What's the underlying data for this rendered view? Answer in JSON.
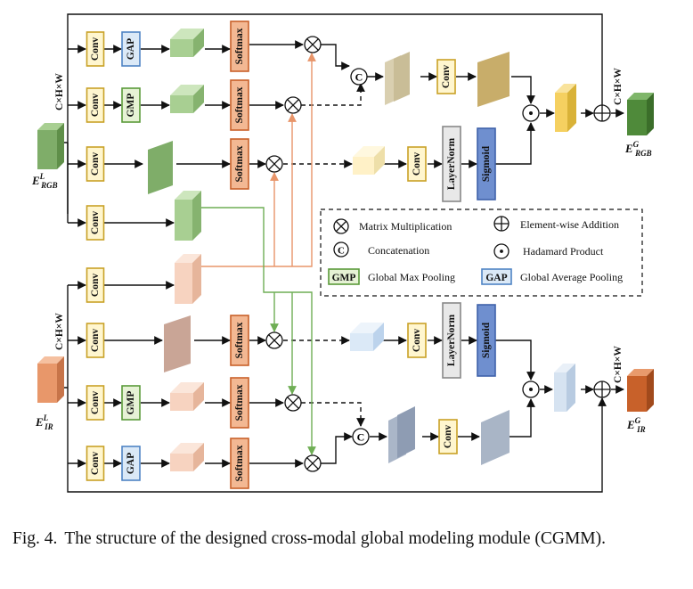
{
  "blocks": {
    "conv": "Conv",
    "gap": "GAP",
    "gmp": "GMP",
    "softmax": "Softmax",
    "layernorm": "LayerNorm",
    "sigmoid": "Sigmoid",
    "concat_symbol": "C",
    "dims": "C×H×W"
  },
  "inputs": {
    "rgb": {
      "base": "E",
      "sup": "L",
      "sub": "RGB"
    },
    "ir": {
      "base": "E",
      "sup": "L",
      "sub": "IR"
    }
  },
  "outputs": {
    "rgb": {
      "base": "E",
      "sup": "G",
      "sub": "RGB"
    },
    "ir": {
      "base": "E",
      "sup": "G",
      "sub": "IR"
    }
  },
  "legend": {
    "matrix_multiplication": "Matrix Multiplication",
    "element_wise_addition": "Element-wise Addition",
    "concatenation": "Concatenation",
    "hadamard_product": "Hadamard Product",
    "global_max_pooling": "Global Max Pooling",
    "global_average_pooling": "Global Average Pooling"
  },
  "caption": {
    "lead": "Fig. 4.",
    "text": "The structure of the designed cross-modal global modeling module (CGMM)."
  },
  "colors": {
    "conv_fill": "#fff6cf",
    "conv_stroke": "#c9a227",
    "gap_fill": "#dbe9f7",
    "gap_stroke": "#4f84c4",
    "gmp_fill": "#e6f2d5",
    "gmp_stroke": "#5a9a3a",
    "softmax_fill": "#f3b893",
    "softmax_stroke": "#c9602a",
    "layernorm_fill": "#e8e8e8",
    "sigmoid_fill": "#6f8fcf",
    "orange_line": "#e8956a",
    "green_line": "#6fae55",
    "rgb_feature": "#7fad69",
    "ir_feature": "#e8976a"
  }
}
